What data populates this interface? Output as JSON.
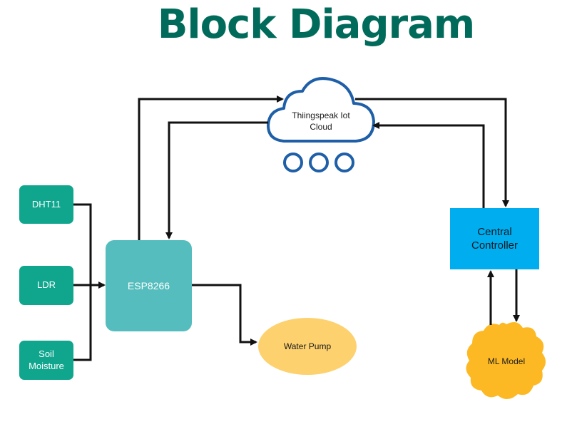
{
  "title": "Block Diagram",
  "nodes": {
    "dht11": "DHT11",
    "ldr": "LDR",
    "soil_line1": "Soil",
    "soil_line2": "Moisture",
    "esp": "ESP8266",
    "cloud_line1": "Thiingspeak Iot",
    "cloud_line2": "Cloud",
    "controller_line1": "Central",
    "controller_line2": "Controller",
    "pump": "Water Pump",
    "ml": "ML Model"
  },
  "colors": {
    "title": "#006B5A",
    "sensor": "#10A68E",
    "esp": "#55BDBD",
    "cloud_outline": "#1E5FA8",
    "controller": "#00AEEF",
    "pump": "#FDD16E",
    "ml": "#FDB924",
    "connector": "#111111"
  }
}
